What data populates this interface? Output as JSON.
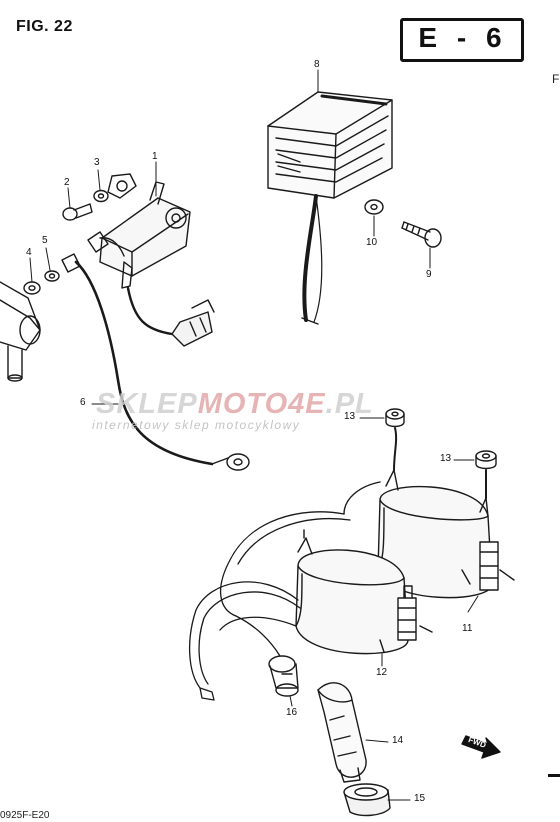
{
  "figure": {
    "label": "FIG. 22",
    "section_code": "E - 6"
  },
  "watermark": {
    "brand_part1": "SKLEP",
    "brand_part2": "MOTO",
    "brand_part3": "4E",
    "brand_part4": ".PL",
    "tagline": "internetowy sklep motocyklowy"
  },
  "callouts": [
    {
      "id": "c1",
      "text": "1"
    },
    {
      "id": "c2",
      "text": "2"
    },
    {
      "id": "c3",
      "text": "3"
    },
    {
      "id": "c4",
      "text": "4"
    },
    {
      "id": "c5",
      "text": "5"
    },
    {
      "id": "c6",
      "text": "6"
    },
    {
      "id": "c8",
      "text": "8"
    },
    {
      "id": "c9",
      "text": "9"
    },
    {
      "id": "c10",
      "text": "10"
    },
    {
      "id": "c11",
      "text": "11"
    },
    {
      "id": "c12",
      "text": "12"
    },
    {
      "id": "c13a",
      "text": "13"
    },
    {
      "id": "c13b",
      "text": "13"
    },
    {
      "id": "c14",
      "text": "14"
    },
    {
      "id": "c15",
      "text": "15"
    },
    {
      "id": "c16",
      "text": "16"
    }
  ],
  "direction_marker": {
    "label": "FWD"
  },
  "footer": {
    "code": "0925F-E20"
  },
  "edge": {
    "letter": "F"
  }
}
